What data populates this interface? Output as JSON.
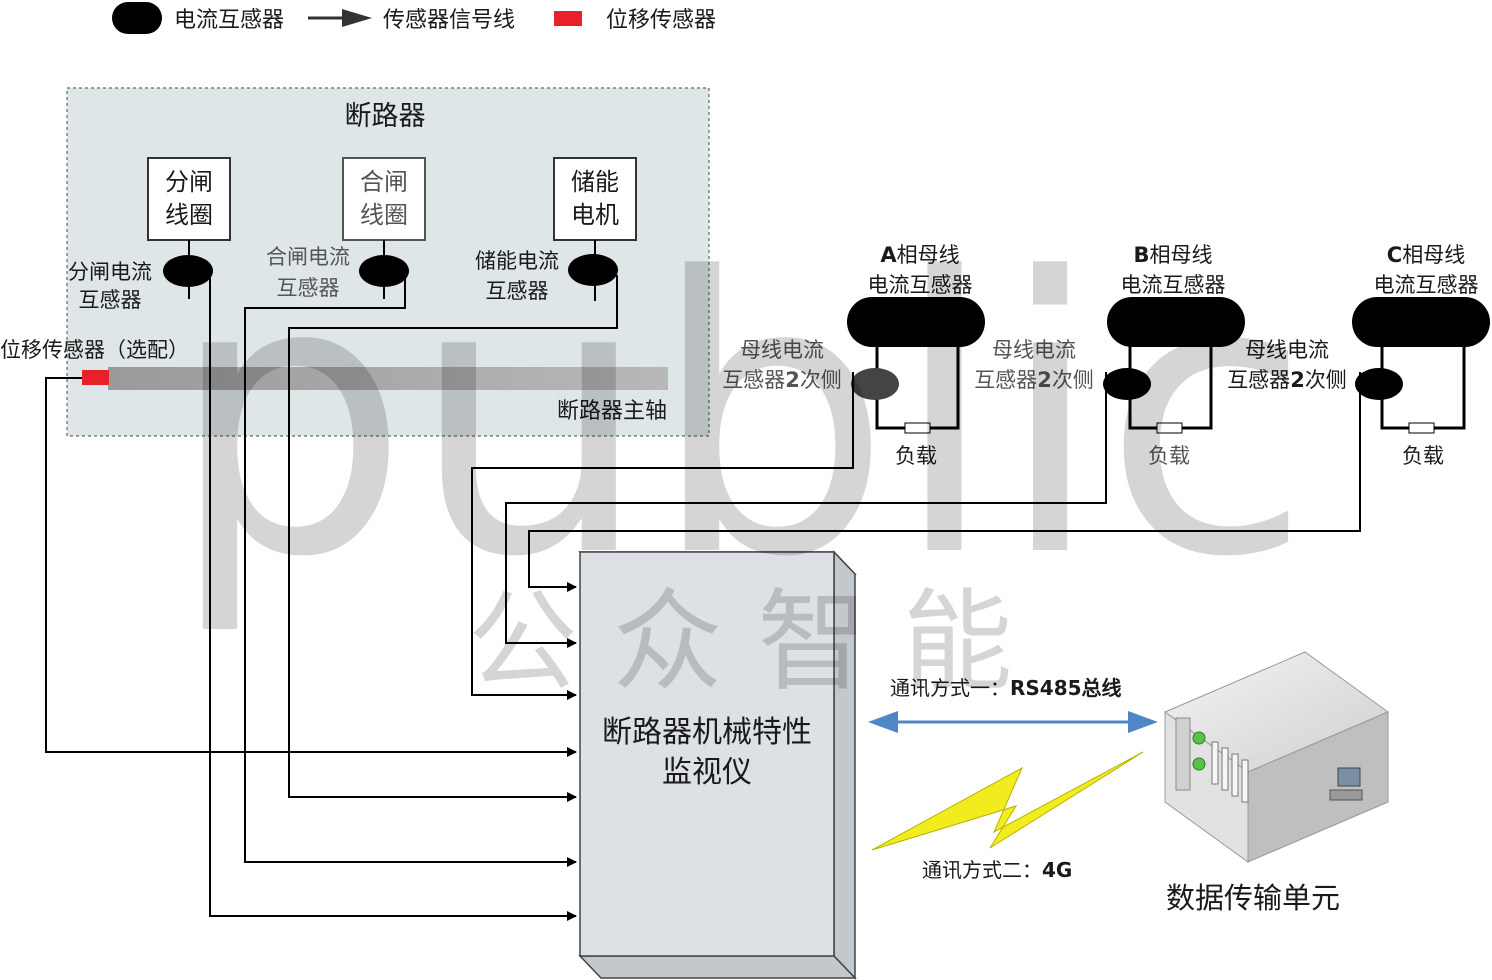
{
  "legend": {
    "ct_label": "电流互感器",
    "signal_label": "传感器信号线",
    "disp_label": "位移传感器"
  },
  "breaker": {
    "title": "断路器",
    "trip_coil": [
      "分闸",
      "线圈"
    ],
    "close_coil": [
      "合闸",
      "线圈"
    ],
    "motor": [
      "储能",
      "电机"
    ],
    "trip_ct": [
      "分闸电流",
      "互感器"
    ],
    "close_ct": [
      "合闸电流",
      "互感器"
    ],
    "motor_ct": [
      "储能电流",
      "互感器"
    ],
    "disp_sensor": "位移传感器（选配）",
    "shaft": "断路器主轴"
  },
  "bus": [
    {
      "title_bold": "A",
      "title_rest": "相母线",
      "subtitle": "电流互感器",
      "sec1": "母线电流",
      "sec2_a": "互感器",
      "sec2_b": "2",
      "sec2_c": "次侧",
      "load": "负载"
    },
    {
      "title_bold": "B",
      "title_rest": "相母线",
      "subtitle": "电流互感器",
      "sec1": "母线电流",
      "sec2_a": "互感器",
      "sec2_b": "2",
      "sec2_c": "次侧",
      "load": "负载"
    },
    {
      "title_bold": "C",
      "title_rest": "相母线",
      "subtitle": "电流互感器",
      "sec1": "母线电流",
      "sec2_a": "互感器",
      "sec2_b": "2",
      "sec2_c": "次侧",
      "load": "负载"
    }
  ],
  "monitor": [
    "断路器机械特性",
    "监视仪"
  ],
  "comm1": {
    "prefix": "通讯方式一：",
    "value": "RS485总线"
  },
  "comm2": {
    "prefix": "通讯方式二：",
    "value": "4G"
  },
  "dtu_label": "数据传输单元",
  "watermark": {
    "latin": "public",
    "cn": "公 众 智 能"
  },
  "colors": {
    "ct": "#000000",
    "disp": "#e8202a",
    "rs485": "#4f86c6",
    "bolt": "#f2ec1e",
    "panel": "#dfe6e8",
    "monitor": "#dde1e5"
  }
}
